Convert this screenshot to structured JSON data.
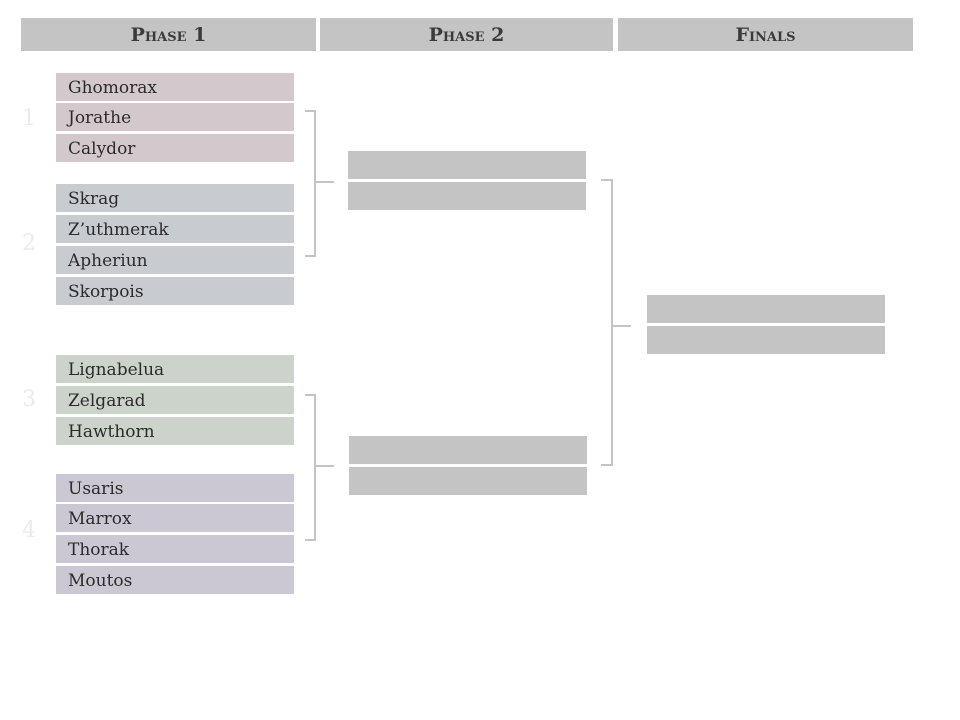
{
  "headers": {
    "phase1": "Phase 1",
    "phase2": "Phase 2",
    "finals": "Finals"
  },
  "groups": [
    {
      "number": "1",
      "members": [
        "Ghomorax",
        "Jorathe",
        "Calydor"
      ]
    },
    {
      "number": "2",
      "members": [
        "Skrag",
        "Z’uthmerak",
        "Apheriun",
        "Skorpois"
      ]
    },
    {
      "number": "3",
      "members": [
        "Lignabelua",
        "Zelgarad",
        "Hawthorn"
      ]
    },
    {
      "number": "4",
      "members": [
        "Usaris",
        "Marrox",
        "Thorak",
        "Moutos"
      ]
    }
  ],
  "colors": {
    "header_bg": "#c4c4c4",
    "group1": "#d3c8cb",
    "group2": "#c8cbd0",
    "group3": "#cbd3cb",
    "group4": "#cbc8d3",
    "empty_slot": "#c4c4c4",
    "connector": "#c4c4c4"
  }
}
